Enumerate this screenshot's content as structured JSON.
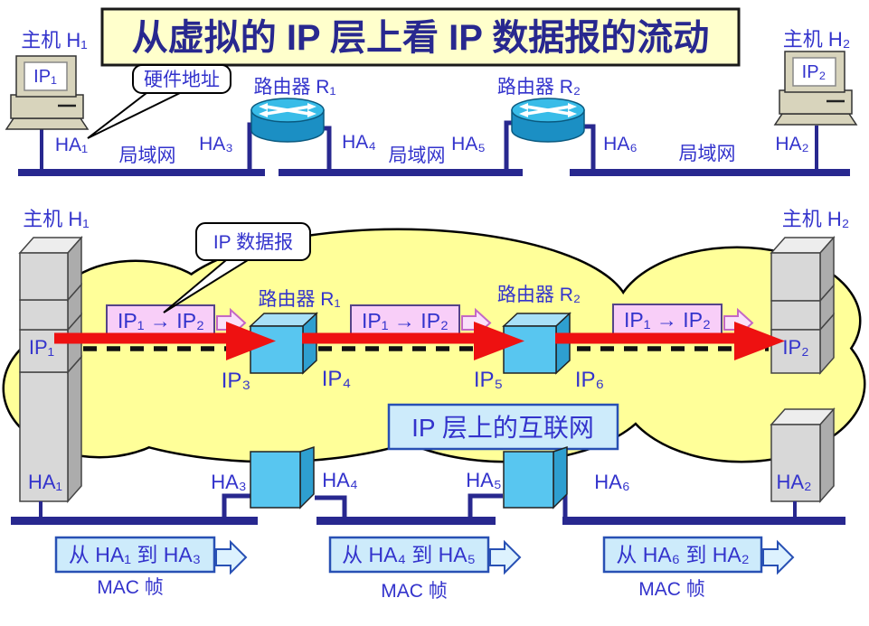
{
  "colors": {
    "label_blue": "#3333CC",
    "navy": "#28288F",
    "title_bg": "#FFFFCC",
    "cloud_yellow": "#FFFF99",
    "red": "#EE1111",
    "pink_fill": "#F8CEF8",
    "pink_stroke": "#554488",
    "pink_arrow_fill": "#FAE0FA",
    "pink_arrow_stroke": "#C468C4",
    "lightblue_fill": "#CDEBFB",
    "lightblue_stroke": "#2850B4",
    "lightblue_arrow_fill": "#DDF2FE",
    "cube_front": "#58C6F0",
    "cube_side": "#2E9FD0",
    "cube_top": "#A8E0F8",
    "gray_front": "#D8D8D8",
    "gray_side": "#ACACAC",
    "gray_top": "#EDEDED",
    "beige": "#D8D4BC",
    "router_body": "#1B8FC4",
    "router_top": "#38BCE8"
  },
  "title": "从虚拟的 IP 层上看 IP 数据报的流动",
  "top": {
    "host1_label": "主机 H₁",
    "host2_label": "主机 H₂",
    "ip1": "IP₁",
    "ip2": "IP₂",
    "hw_addr_callout": "硬件地址",
    "router1_label": "路由器 R₁",
    "router2_label": "路由器 R₂",
    "ha1": "HA₁",
    "ha2": "HA₂",
    "ha3": "HA₃",
    "ha4": "HA₄",
    "ha5": "HA₅",
    "ha6": "HA₆",
    "lan1": "局域网",
    "lan2": "局域网",
    "lan3": "局域网"
  },
  "middle": {
    "host1_label": "主机 H₁",
    "host2_label": "主机 H₂",
    "datagram_callout": "IP 数据报",
    "router1_label": "路由器 R₁",
    "router2_label": "路由器 R₂",
    "ip1": "IP₁",
    "ip2": "IP₂",
    "ip3": "IP₃",
    "ip4": "IP₄",
    "ip5": "IP₅",
    "ip6": "IP₆",
    "packets": [
      "IP₁ → IP₂",
      "IP₁ → IP₂",
      "IP₁ → IP₂"
    ],
    "internet_label": "IP 层上的互联网"
  },
  "bottom": {
    "ha1": "HA₁",
    "ha2": "HA₂",
    "ha3": "HA₃",
    "ha4": "HA₄",
    "ha5": "HA₅",
    "ha6": "HA₆",
    "mac": [
      {
        "text": "从 HA₁ 到 HA₃",
        "label": "MAC 帧"
      },
      {
        "text": "从 HA₄ 到 HA₅",
        "label": "MAC 帧"
      },
      {
        "text": "从 HA₆ 到 HA₂",
        "label": "MAC 帧"
      }
    ]
  }
}
